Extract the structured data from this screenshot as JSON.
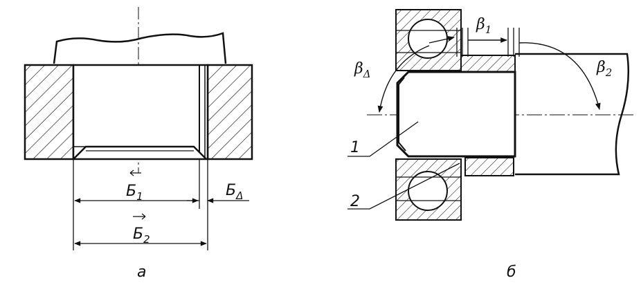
{
  "figure_a": {
    "caption": "а",
    "dim_b1_letter": "Б",
    "dim_b1_sub": "1",
    "dim_b2_letter": "Б",
    "dim_b2_sub": "2",
    "dim_bd_letter": "Б",
    "dim_bd_sub": "Δ"
  },
  "figure_b": {
    "caption": "б",
    "beta1_letter": "β",
    "beta1_sub": "1",
    "beta2_letter": "β",
    "beta2_sub": "2",
    "betad_letter": "β",
    "betad_sub": "Δ",
    "leader_1": "1",
    "leader_2": "2"
  }
}
